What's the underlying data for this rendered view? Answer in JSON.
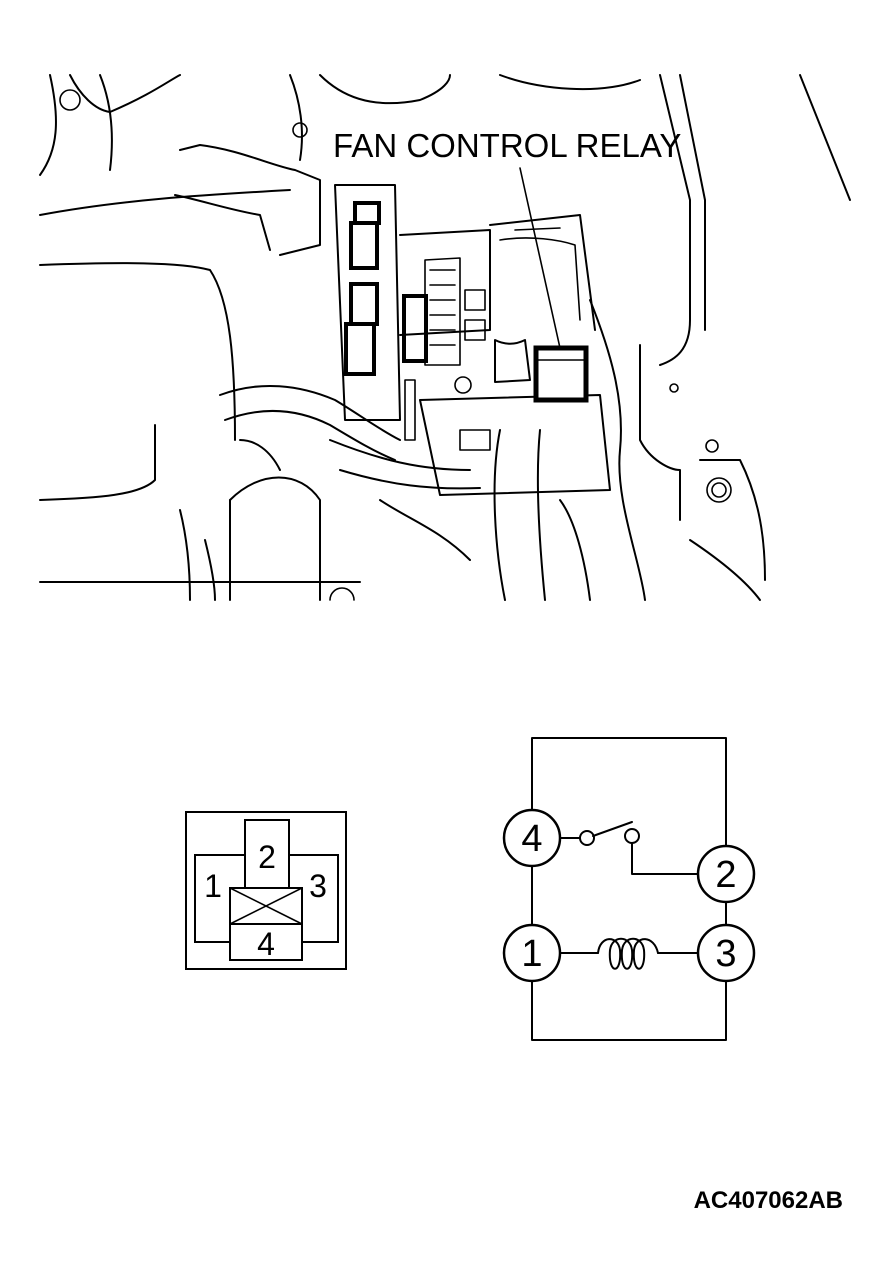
{
  "illustration": {
    "title": "FAN CONTROL RELAY"
  },
  "connector": {
    "pins": [
      "1",
      "2",
      "3",
      "4"
    ]
  },
  "schematic": {
    "terminals": [
      "1",
      "2",
      "3",
      "4"
    ]
  },
  "footer": {
    "code": "AC407062AB"
  }
}
